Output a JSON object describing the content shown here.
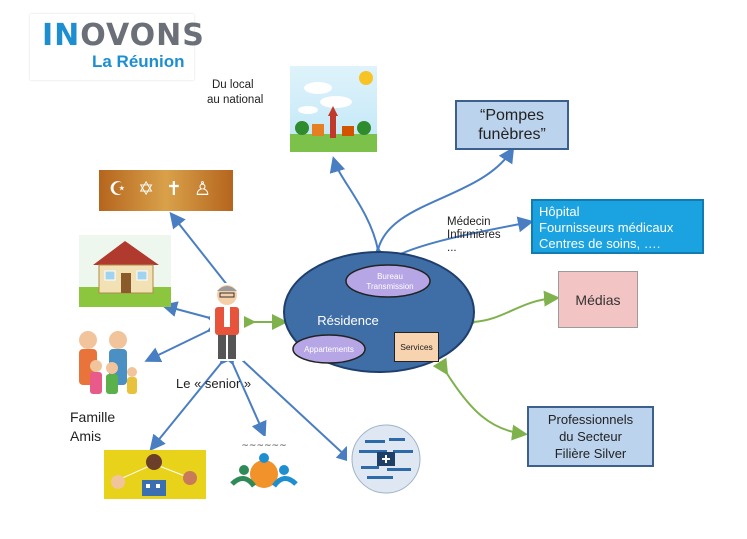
{
  "logo": {
    "brand_prefix": "IN",
    "brand_rest": "OVONS",
    "subtitle": "La Réunion"
  },
  "labels": {
    "local_national_1": "Du local",
    "local_national_2": "au national",
    "medecin_1": "Médecin",
    "medecin_2": "Infirmières",
    "medecin_3": "...",
    "senior": "Le « senior »",
    "famille_1": "Famille",
    "famille_2": "Amis"
  },
  "residence": {
    "title": "Résidence",
    "bureau_1": "Bureau",
    "bureau_2": "Transmission",
    "appartements": "Appartements",
    "services": "Services"
  },
  "boxes": {
    "pompes_1": "“Pompes",
    "pompes_2": "funèbres”",
    "hopital_1": "Hôpital",
    "hopital_2": "Fournisseurs médicaux",
    "hopital_3": "Centres de soins, ….",
    "medias": "Médias",
    "pros_1": "Professionnels",
    "pros_2": "du Secteur",
    "pros_3": "Filière Silver"
  },
  "icons": {
    "religion": "religious-symbols-icon",
    "village": "village-icon",
    "house": "house-icon",
    "family": "family-icon",
    "senior": "senior-person-icon",
    "network": "network-people-icon",
    "associations": "associations-icon",
    "globe": "health-word-globe-icon"
  },
  "colors": {
    "brand_blue": "#1d8fd1",
    "arrow_blue": "#4a7ec2",
    "arrow_green": "#7fb24c",
    "residence_fill": "#3f6ea6"
  }
}
